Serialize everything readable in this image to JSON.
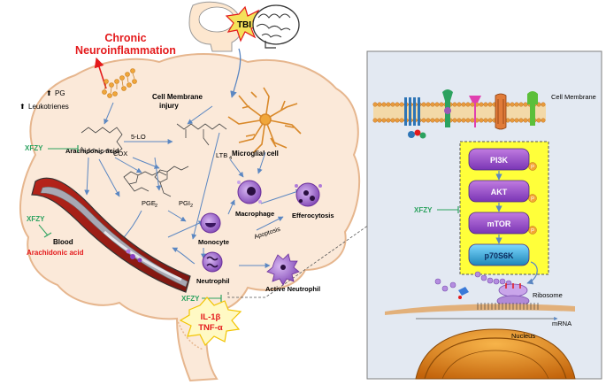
{
  "colors": {
    "brain_fill": "#fbe9d9",
    "brain_stroke": "#e6b68e",
    "panel_fill": "#e3e9f2",
    "panel_border": "#7f7f7f",
    "arrow_blue": "#5b87c2",
    "red": "#e41a1c",
    "green": "#2ca25f",
    "kinase_yellow": "#ffff3a",
    "pi3k": "#9b59b6",
    "akt": "#8e44ad",
    "mtor": "#6c3fb5",
    "p70s6k": "#2aa7d6",
    "phospho": "#f3a533",
    "nucleus": "#e8870f"
  },
  "top": {
    "tbi_label": "TBI",
    "chronic_line1": "Chronic",
    "chronic_line2": "Neuroinflammation"
  },
  "brain": {
    "pg_label": "PG",
    "leukotrienes_label": "Leukotrienes",
    "cell_membrane_injury_line1": "Cell Membrane",
    "cell_membrane_injury_line2": "injury",
    "five_lo": "5-LO",
    "cox": "COX",
    "xfzy_1": "XFZY",
    "arachidonic_acid": "Arachidonic acid",
    "ltb4_main": "LTB",
    "ltb4_sub": "4",
    "microglial_cell": "Microglial cell",
    "pge2_main": "PGE",
    "pge2_sub": "2",
    "pgi2_main": "PGI",
    "pgi2_sub": "2",
    "macrophage": "Macrophage",
    "monocyte": "Monocyte",
    "apoptosis": "Apoptosis",
    "efferocytosis": "Efferocytosis",
    "xfzy_2": "XFZY",
    "blood": "Blood",
    "blood_arachidonic": "Arachidonic acid",
    "neutrophil": "Neutrophil",
    "active_neutrophil": "Active Neutrophil",
    "xfzy_3": "XFZY",
    "il1b": "IL-1β",
    "tnfa": "TNF-α"
  },
  "panel": {
    "cell_membrane": "Cell Membrane",
    "xfzy": "XFZY",
    "kinases": [
      "PI3K",
      "AKT",
      "mTOR",
      "p70S6K"
    ],
    "phospho": "P",
    "ribosome": "Ribosome",
    "mrna": "mRNA",
    "nucleus": "Nucleus"
  }
}
